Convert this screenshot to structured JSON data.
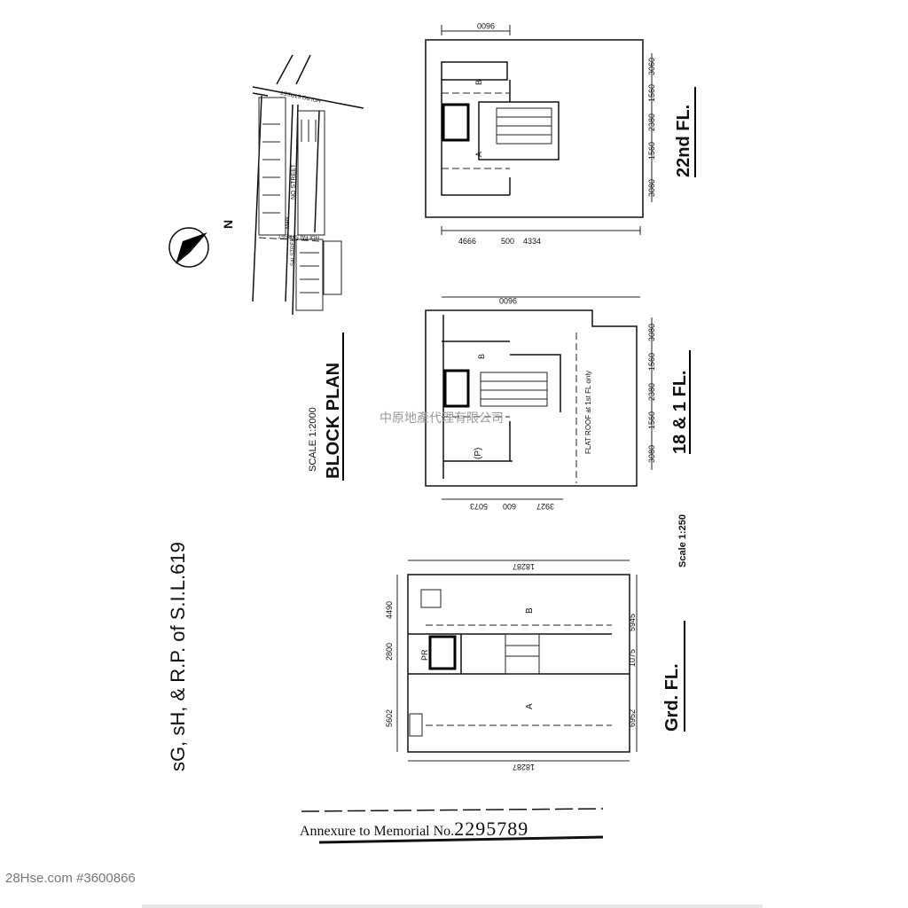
{
  "title": "sG, sH, & R.P. of S.I.L.619",
  "block_plan": {
    "heading": "BLOCK PLAN",
    "scale": "SCALE 1:2000",
    "north": "N",
    "streets": [
      "NO STREET",
      "SAI STREET",
      "HOI PO STREET",
      "HOI FAI STREET",
      "MAN"
    ]
  },
  "floors": [
    {
      "label": "22nd FL.",
      "top_dim": "9600",
      "bottom_dims": [
        "4666",
        "500",
        "4334"
      ],
      "side_dims": [
        "3060",
        "1560",
        "2380",
        "1560",
        "3080"
      ],
      "units": [
        "A",
        "B"
      ]
    },
    {
      "label": "18 & 1 FL.",
      "top_dim": "9600",
      "bottom_dims": [
        "5073",
        "600",
        "3927"
      ],
      "side_dims": [
        "3080",
        "1560",
        "2380",
        "1560",
        "3080"
      ],
      "units": [
        "B",
        "(P)"
      ],
      "note": "FLAT ROOF at 1st FL only"
    },
    {
      "label": "Grd. FL.",
      "top_dim": "18287",
      "bottom_dim": "18287",
      "left_dims": [
        "4490",
        "2800",
        "5602"
      ],
      "right_dims": [
        "5945",
        "1075",
        "6952"
      ],
      "units": [
        "B",
        "A",
        "PR"
      ]
    }
  ],
  "floor_scale": "Scale 1:250",
  "watermark": "中原地產代理有限公司",
  "annexure": {
    "text": "Annexure to Memorial No.",
    "number": "2295789"
  },
  "source": "28Hse.com #3600866"
}
